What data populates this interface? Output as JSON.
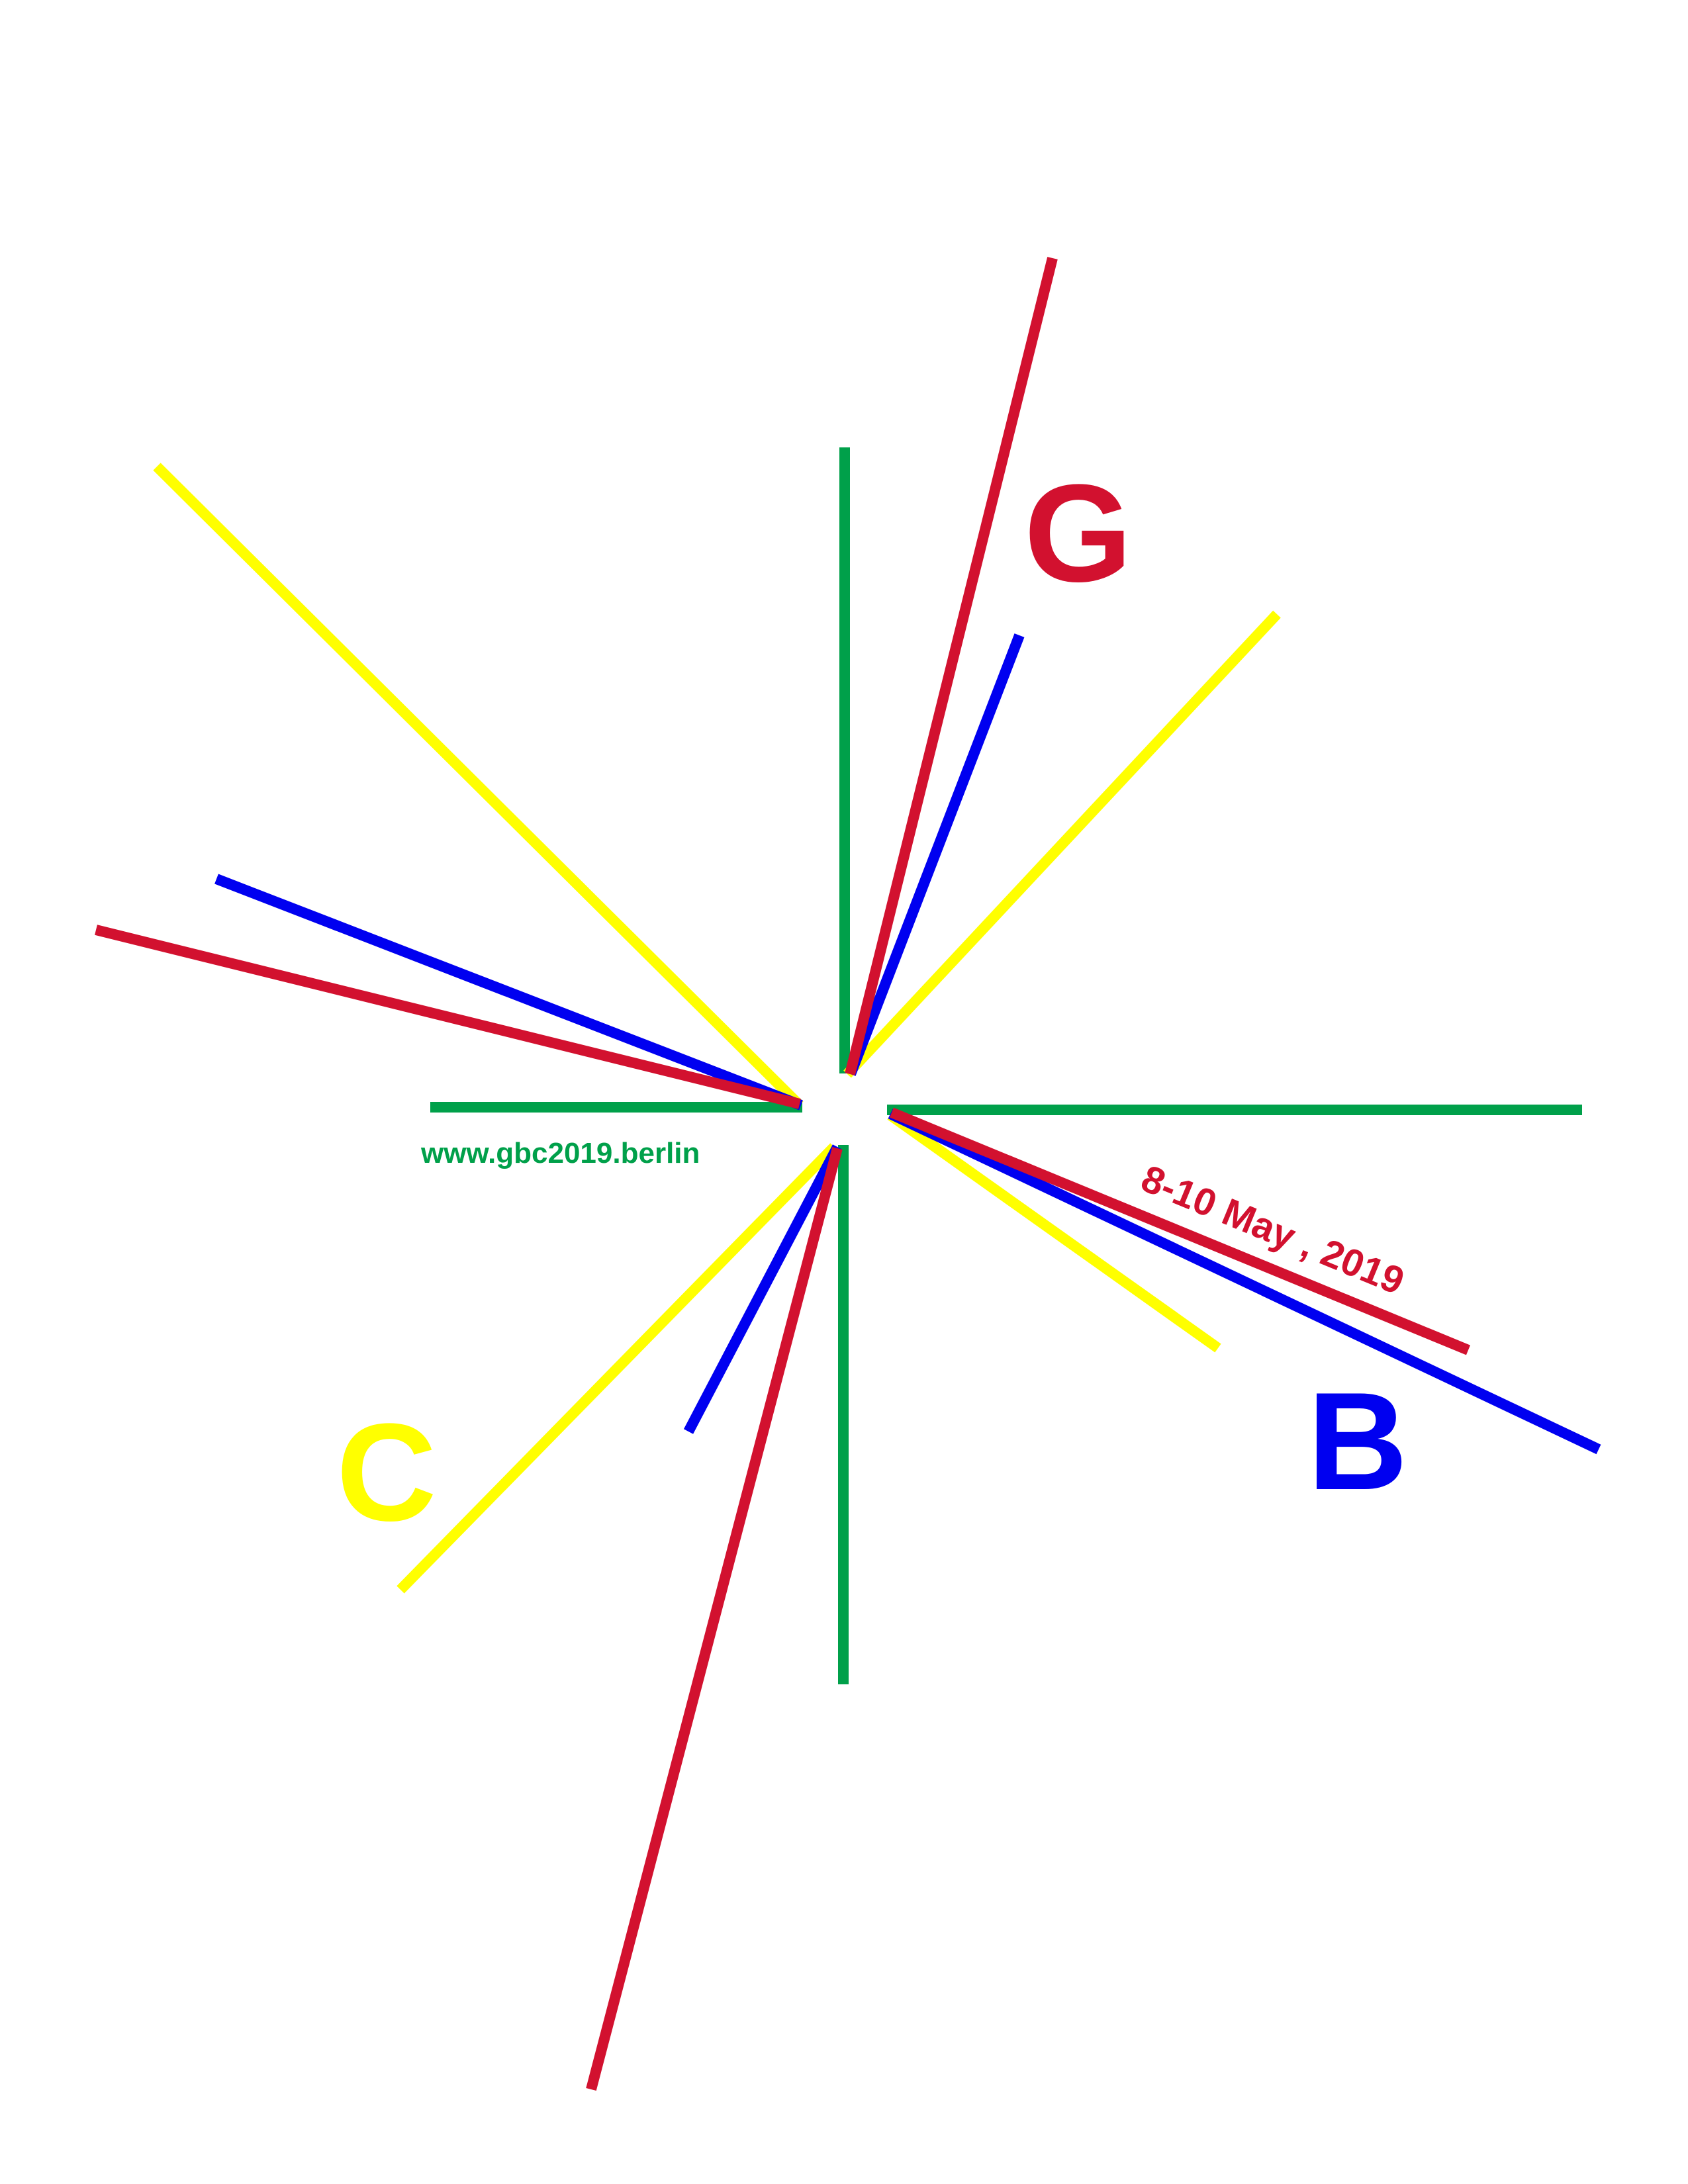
{
  "colors": {
    "red": "#d2112f",
    "blue": "#0000f0",
    "yellow": "#ffff00",
    "green": "#00a04a",
    "background": "#ffffff"
  },
  "letters": {
    "g": "G",
    "b": "B",
    "c": "C"
  },
  "website": "www.gbc2019.berlin",
  "dates": "8-10 May , 2019"
}
